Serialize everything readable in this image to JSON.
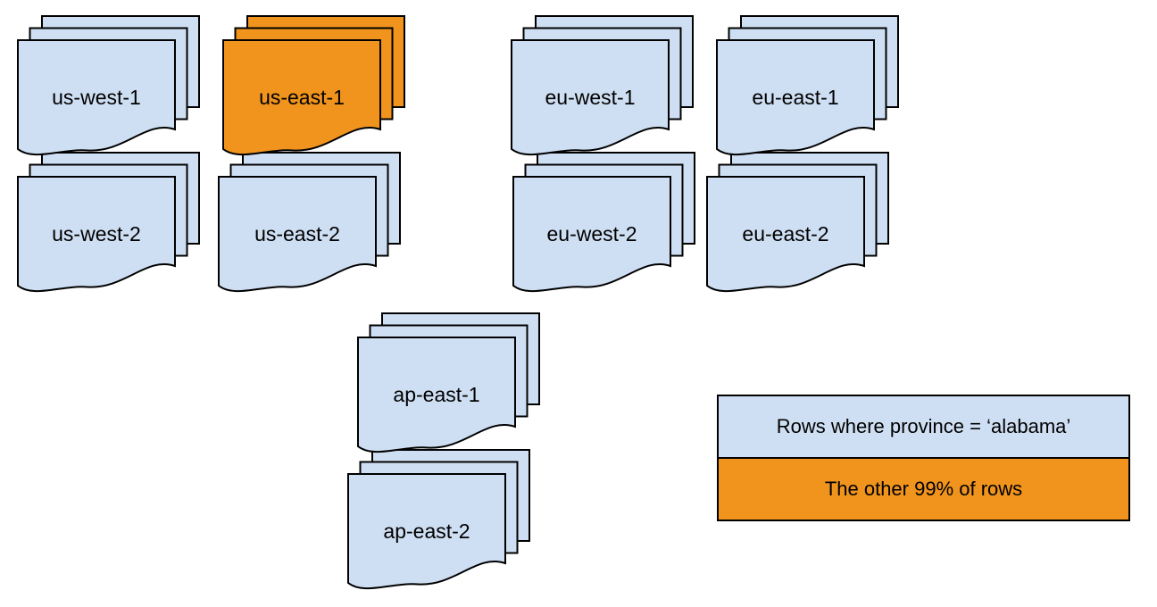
{
  "diagram": {
    "stacks": [
      {
        "label": "us-west-1",
        "highlighted": false
      },
      {
        "label": "us-east-1",
        "highlighted": true
      },
      {
        "label": "eu-west-1",
        "highlighted": false
      },
      {
        "label": "eu-east-1",
        "highlighted": false
      },
      {
        "label": "us-west-2",
        "highlighted": false
      },
      {
        "label": "us-east-2",
        "highlighted": false
      },
      {
        "label": "eu-west-2",
        "highlighted": false
      },
      {
        "label": "eu-east-2",
        "highlighted": false
      },
      {
        "label": "ap-east-1",
        "highlighted": false
      },
      {
        "label": "ap-east-2",
        "highlighted": false
      }
    ],
    "colors": {
      "normal_fill": "#cfdff3",
      "highlight_fill": "#f0941e",
      "stroke": "#000000",
      "text": "#000000"
    },
    "legend": {
      "items": [
        {
          "label": "Rows where province = ‘alabama’",
          "swatch": "#cfdff3"
        },
        {
          "label": "The other 99% of rows",
          "swatch": "#f0941e"
        }
      ]
    }
  }
}
